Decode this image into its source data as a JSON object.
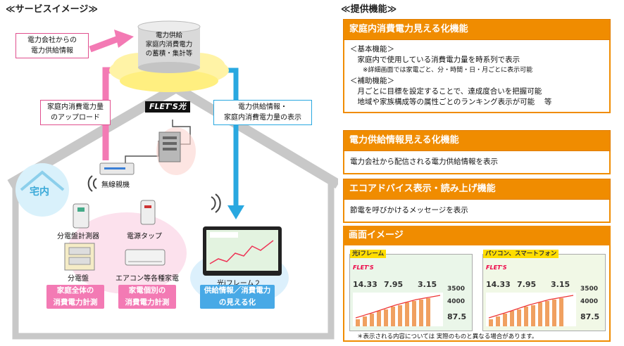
{
  "left": {
    "section_title": "≪サービスイメージ≫",
    "db_lines": [
      "電力供給",
      "家庭内消費電力",
      "の蓄積・集計等"
    ],
    "callout_top": [
      "電力会社からの",
      "電力供給情報"
    ],
    "callout_upload": [
      "家庭内消費電力量",
      "のアップロード"
    ],
    "callout_display": [
      "電力供給情報・",
      "家庭内消費電力量の表示"
    ],
    "flets_logo": "FLET'S光",
    "home_label": "宅内",
    "router_label": "無線親機",
    "meter_label": "分電盤計測器",
    "tap_label": "電源タップ",
    "panel_label": "分電盤",
    "appliance_label": "エアコン等各種家電",
    "frame_label": "光iフレーム２",
    "box_total": [
      "家庭全体の",
      "消費電力計測"
    ],
    "box_individual": [
      "家電個別の",
      "消費電力計測"
    ],
    "box_visual": [
      "供給情報／消費電力",
      "の見える化"
    ],
    "colors": {
      "pink": "#f37ab4",
      "blue": "#48a9e6",
      "orange": "#f08c00",
      "house": "#c8c8c8"
    }
  },
  "right": {
    "section_title": "≪提供機能≫",
    "features": [
      {
        "title": "家庭内消費電力見える化機能",
        "lines": [
          "＜基本機能＞",
          "　家庭内で使用している消費電力量を時系列で表示",
          "　　※詳細画面では家電ごと、分・時間・日・月ごとに表示可能",
          "＜補助機能＞",
          "　月ごとに目標を設定することで、達成度合いを把握可能",
          "　地域や家族構成等の属性ごとのランキング表示が可能　 等"
        ]
      },
      {
        "title": "電力供給情報見える化機能",
        "lines": [
          "電力会社から配信される電力供給情報を表示"
        ]
      },
      {
        "title": "エコアドバイス表示・読み上げ機能",
        "lines": [
          "節電を呼びかけるメッセージを表示"
        ]
      }
    ],
    "screen_section_title": "画面イメージ",
    "screen_tag_1": "光iフレーム",
    "screen_tag_2": "パソコン、スマートフォン",
    "screen_logo": "FLET'S",
    "screen_values": [
      "14.33",
      "7.95",
      "3.15",
      "3500",
      "4000",
      "87.5"
    ],
    "footnote": "＊表示される内容については 実際のものと異なる場合があります。"
  }
}
